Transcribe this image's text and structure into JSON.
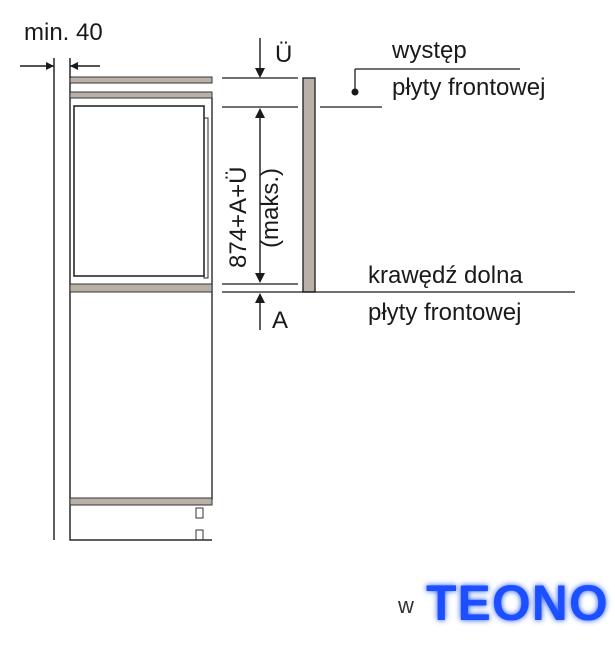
{
  "labels": {
    "min_clearance": "min. 40",
    "offset_symbol": "Ü",
    "front_panel_overhang_line1": "występ",
    "front_panel_overhang_line2": "płyty frontowej",
    "height_dimension": "874+A+Ü",
    "height_dimension_note": "(maks.)",
    "bottom_edge_line1": "krawędź dolna",
    "bottom_edge_line2": "płyty frontowej",
    "bottom_symbol": "A"
  },
  "watermark": {
    "prefix": "w",
    "brand": "TEONO",
    "brand_color": "#1f4fff"
  }
}
